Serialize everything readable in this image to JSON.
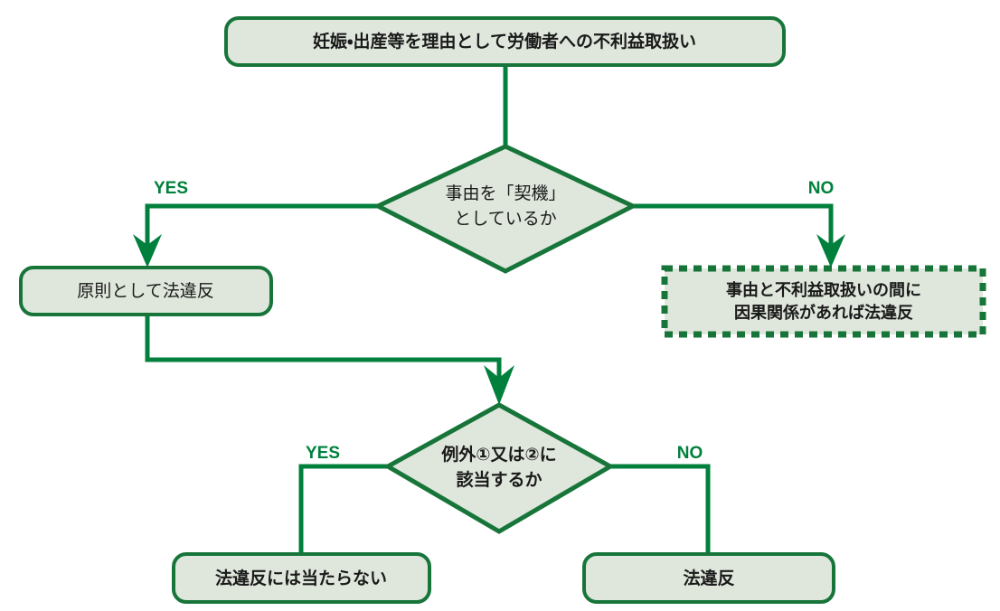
{
  "diagram": {
    "type": "flowchart",
    "title": "妊娠・出産等を理由として労働者への不利益取扱い",
    "colors": {
      "node_fill": "#dfe7dc",
      "node_border": "#17753a",
      "connector": "#00803c",
      "text": "#1a1a1a",
      "label": "#00803c",
      "background": "#ffffff"
    },
    "nodes": {
      "start": {
        "shape": "rounded-rect",
        "text": "妊娠・出産等を理由として労働者への不利益取扱い",
        "bold": true
      },
      "decision1": {
        "shape": "diamond",
        "line1": "事由を「契機」",
        "line2": "としているか",
        "bold": false
      },
      "violation_principle": {
        "shape": "rounded-rect",
        "text": "原則として法違反",
        "bold": false
      },
      "causation": {
        "shape": "dotted-rect",
        "line1": "事由と不利益取扱いの間に",
        "line2": "因果関係があれば法違反",
        "bold": true
      },
      "decision2": {
        "shape": "diamond",
        "line1": "例外①又は②に",
        "line2": "該当するか",
        "bold": true
      },
      "no_violation": {
        "shape": "rounded-rect",
        "text": "法違反には当たらない",
        "bold": true
      },
      "violation": {
        "shape": "rounded-rect",
        "text": "法違反",
        "bold": true
      }
    },
    "branch_labels": {
      "d1_yes": "YES",
      "d1_no": "NO",
      "d2_yes": "YES",
      "d2_no": "NO"
    }
  }
}
